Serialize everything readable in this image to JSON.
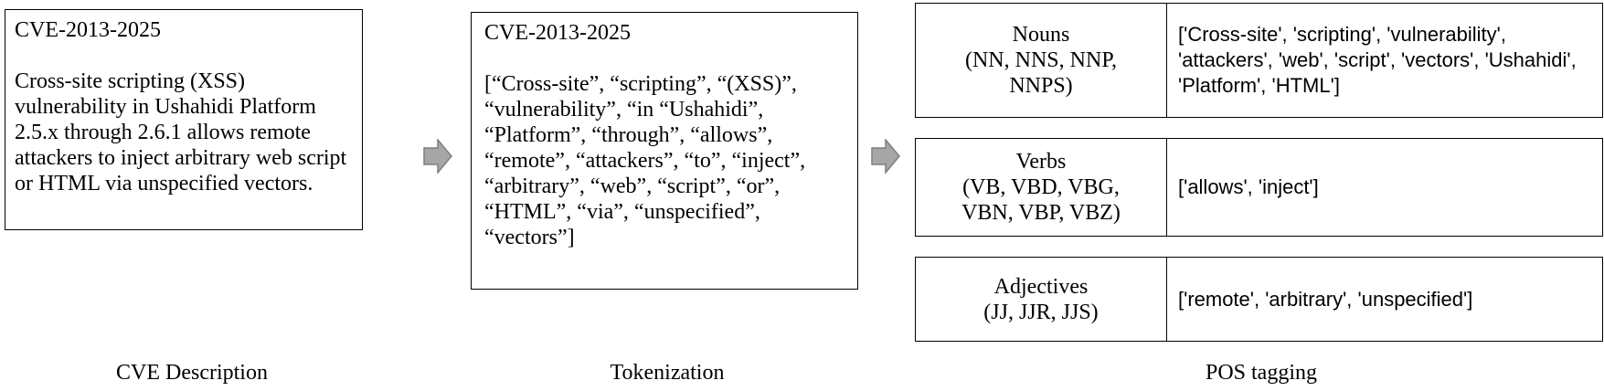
{
  "description_box": {
    "cve_id": "CVE-2013-2025",
    "text": "Cross-site scripting (XSS)\nvulnerability in Ushahidi Platform\n2.5.x through 2.6.1 allows remote\nattackers to inject arbitrary web script\nor HTML via unspecified vectors."
  },
  "tokenization_box": {
    "cve_id": "CVE-2013-2025",
    "tokens_text": "[“Cross-site”, “scripting”, “(XSS)”,\n“vulnerability”, “in “Ushahidi”,\n“Platform”, “through”, “allows”,\n“remote”, “attackers”, “to”, “inject”,\n“arbitrary”, “web”, “script”, “or”,\n“HTML”, “via”, “unspecified”,\n“vectors”]"
  },
  "pos_tagging": {
    "rows": [
      {
        "label": "Nouns\n(NN, NNS, NNP,\nNNPS)",
        "values": "['Cross-site', 'scripting', 'vulnerability', 'attackers', 'web', 'script', 'vectors', 'Ushahidi', 'Platform', 'HTML']"
      },
      {
        "label": "Verbs\n(VB, VBD, VBG,\nVBN, VBP, VBZ)",
        "values": "['allows', 'inject']"
      },
      {
        "label": "Adjectives\n(JJ, JJR, JJS)",
        "values": "['remote', 'arbitrary', 'unspecified']"
      }
    ]
  },
  "captions": {
    "description": "CVE Description",
    "tokenization": "Tokenization",
    "pos": "POS tagging"
  },
  "colors": {
    "arrow_fill": "#a6a6a6",
    "arrow_stroke": "#7f7f7f",
    "border": "#000000"
  }
}
